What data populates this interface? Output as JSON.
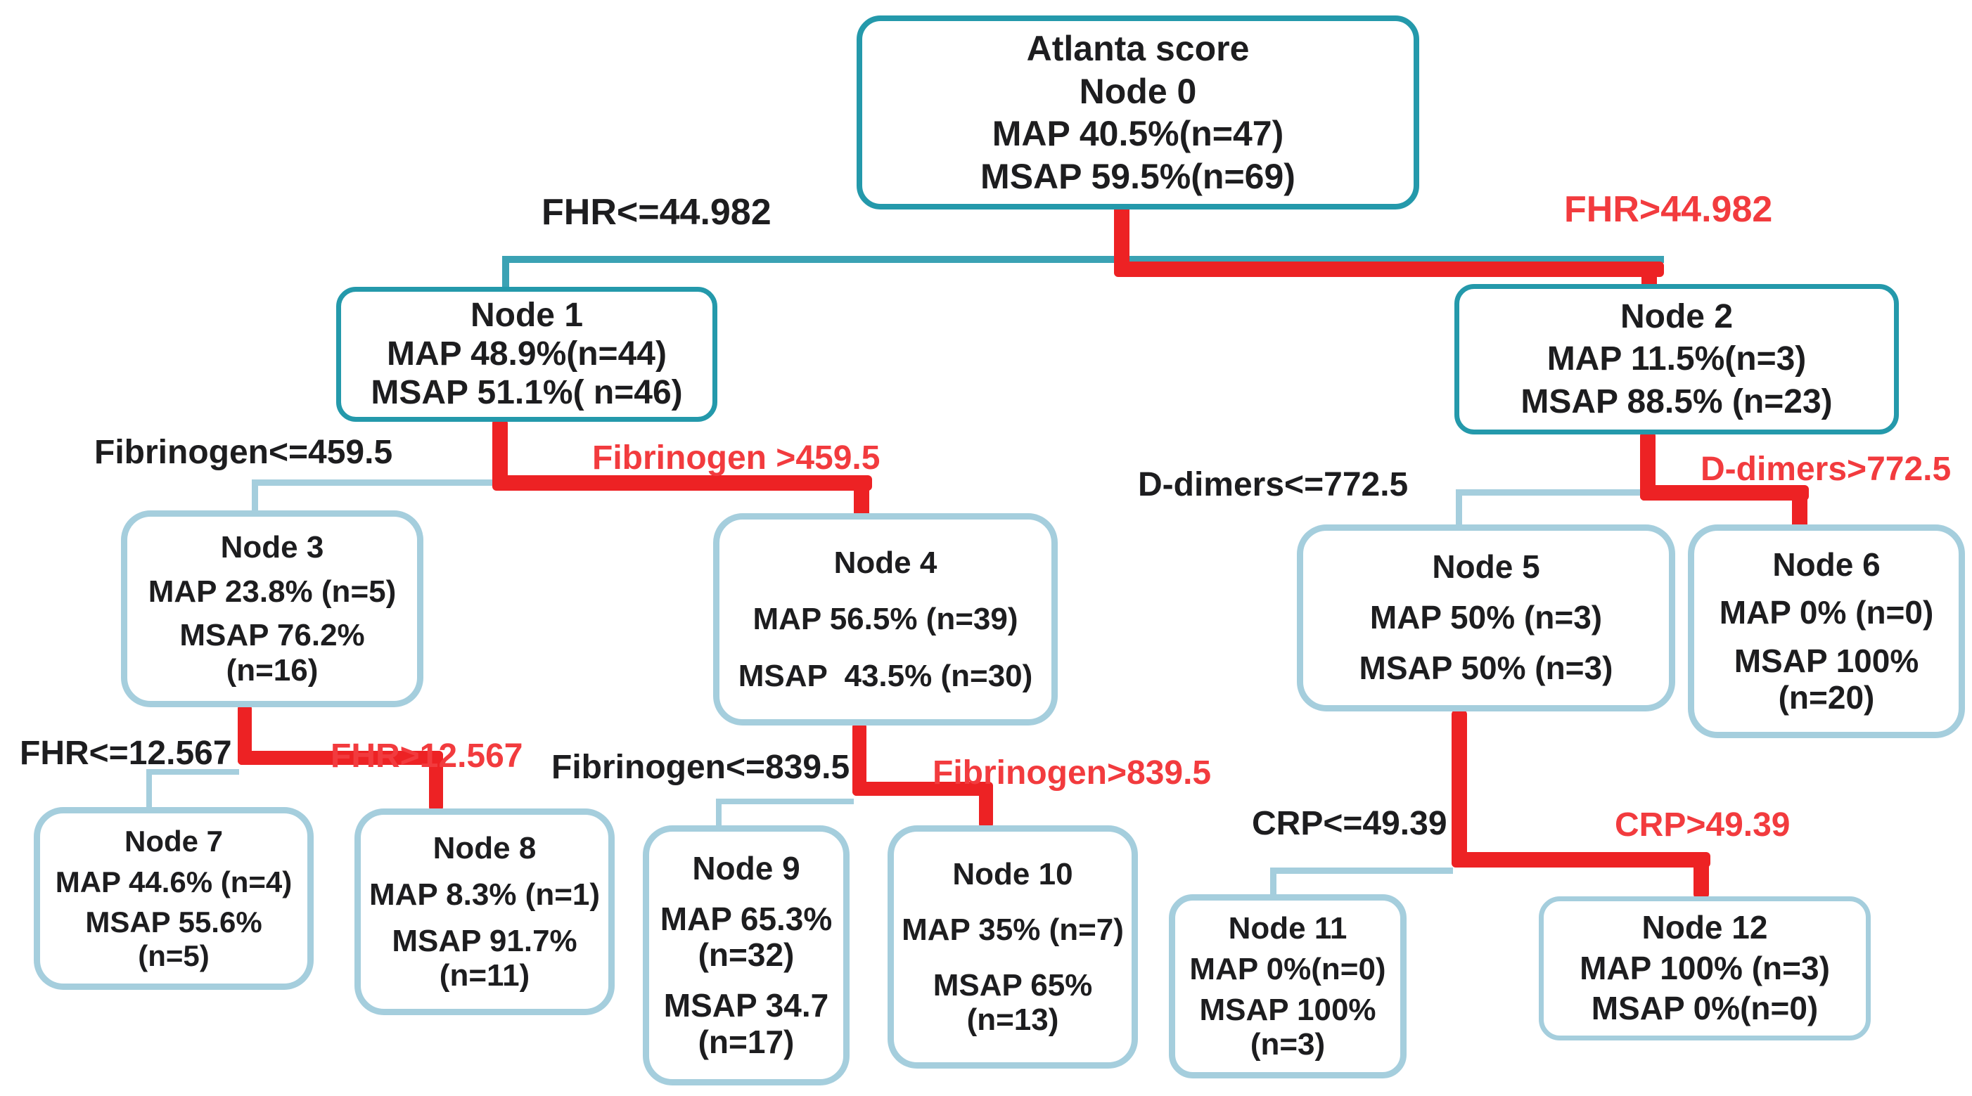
{
  "colors": {
    "node_border_dark": "#2499ab",
    "node_border_light": "#a5cedd",
    "branch_teal": "#3ba2b4",
    "branch_light_blue": "#a5cedd",
    "branch_red": "#ed2224",
    "label_red": "#f23b3e",
    "text": "#1d1d1f",
    "background": "#ffffff"
  },
  "nodes": [
    {
      "lines": [
        "Atlanta score",
        "Node 0",
        "MAP 40.5%(n=47)",
        "MSAP 59.5%(n=69)"
      ]
    },
    {
      "lines": [
        "Node 1",
        "MAP 48.9%(n=44)",
        "MSAP 51.1%( n=46)"
      ]
    },
    {
      "lines": [
        "Node 2",
        "MAP 11.5%(n=3)",
        "MSAP 88.5% (n=23)"
      ]
    },
    {
      "lines": [
        "Node 3",
        "MAP 23.8% (n=5)",
        "MSAP 76.2%",
        "(n=16)"
      ]
    },
    {
      "lines": [
        "Node 4",
        "MAP 56.5% (n=39)",
        "MSAP  43.5% (n=30)"
      ]
    },
    {
      "lines": [
        "Node 5",
        "MAP 50% (n=3)",
        "MSAP 50% (n=3)"
      ]
    },
    {
      "lines": [
        "Node 6",
        "MAP 0% (n=0)",
        "MSAP 100%",
        "(n=20)"
      ]
    },
    {
      "lines": [
        "Node 7",
        "MAP 44.6% (n=4)",
        "MSAP 55.6% (n=5)"
      ]
    },
    {
      "lines": [
        "Node 8",
        "MAP 8.3% (n=1)",
        "MSAP 91.7%",
        "(n=11)"
      ]
    },
    {
      "lines": [
        "Node 9",
        "MAP 65.3%",
        "(n=32)",
        "MSAP 34.7",
        "(n=17)"
      ]
    },
    {
      "lines": [
        "Node 10",
        "MAP 35% (n=7)",
        "MSAP 65%",
        "(n=13)"
      ]
    },
    {
      "lines": [
        "Node 11",
        "MAP 0%(n=0)",
        "MSAP 100%",
        "(n=3)"
      ]
    },
    {
      "lines": [
        "Node 12",
        "MAP 100% (n=3)",
        "MSAP 0%(n=0)"
      ]
    }
  ],
  "splits": [
    {
      "left": "FHR<=44.982",
      "right": "FHR>44.982"
    },
    {
      "left": "Fibrinogen<=459.5",
      "right": "Fibrinogen >459.5"
    },
    {
      "left": "D-dimers<=772.5",
      "right": "D-dimers>772.5"
    },
    {
      "left": "FHR<=12.567",
      "right": "FHR>12.567"
    },
    {
      "left": "Fibrinogen<=839.5",
      "right": "Fibrinogen>839.5"
    },
    {
      "left": "CRP<=49.39",
      "right": "CRP>49.39"
    }
  ]
}
